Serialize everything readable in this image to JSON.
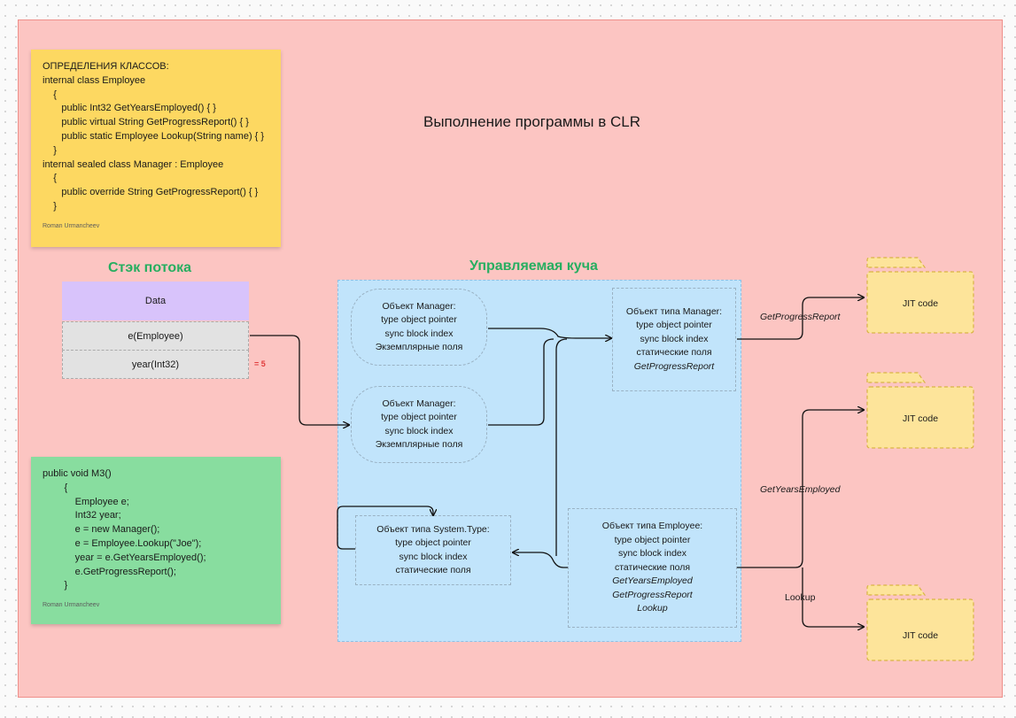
{
  "title": "Выполнение программы в CLR",
  "class_defs": {
    "lines": [
      "ОПРЕДЕЛЕНИЯ КЛАССОВ:",
      "internal class Employee",
      "    {",
      "       public Int32 GetYearsEmployed() { }",
      "       public virtual String GetProgressReport() { }",
      "       public static Employee Lookup(String name) { }",
      "    }",
      "internal sealed class Manager : Employee",
      "    {",
      "       public override String GetProgressReport() { }",
      "    }"
    ],
    "author": "Roman Urmancheev"
  },
  "method": {
    "lines": [
      "public void M3()",
      "        {",
      "            Employee e;",
      "            Int32 year;",
      "            e = new Manager();",
      "            e = Employee.Lookup(\"Joe\");",
      "            year = e.GetYearsEmployed();",
      "            e.GetProgressReport();",
      "        }"
    ],
    "author": "Roman Urmancheev"
  },
  "stack": {
    "title": "Стэк потока",
    "header": "Data",
    "cells": [
      "e(Employee)",
      "year(Int32)"
    ],
    "year_value": "= 5"
  },
  "heap": {
    "title": "Управляемая куча",
    "manager_obj_1": [
      "Объект Manager:",
      "type object pointer",
      "sync block index",
      "Экземплярные поля"
    ],
    "manager_obj_2": [
      "Объект Manager:",
      "type object pointer",
      "sync block index",
      "Экземплярные поля"
    ],
    "manager_type": {
      "lines": [
        "Объект типа Manager:",
        "type object pointer",
        "sync block index",
        "статические поля"
      ],
      "methods": [
        "GetProgressReport"
      ]
    },
    "system_type": [
      "Объект типа System.Type:",
      "type object pointer",
      "sync block index",
      "статические поля"
    ],
    "employee_type": {
      "lines": [
        "Объект типа Employee:",
        "type object pointer",
        "sync block index",
        "статические поля"
      ],
      "methods": [
        "GetYearsEmployed",
        "GetProgressReport",
        "Lookup"
      ]
    }
  },
  "jit": {
    "folders": [
      "JIT code",
      "JIT code",
      "JIT code"
    ],
    "edge_labels": [
      "GetProgressReport",
      "GetYearsEmployed",
      "Lookup"
    ]
  },
  "colors": {
    "frame": "#fcc5c2",
    "heap": "#c1e4fb",
    "yellow_note": "#fdd861",
    "green_note": "#88dd9f",
    "section_title": "#27ae60",
    "stack_header": "#d8c3fb",
    "value_red": "#e03c3c",
    "folder": "#fde49a"
  }
}
